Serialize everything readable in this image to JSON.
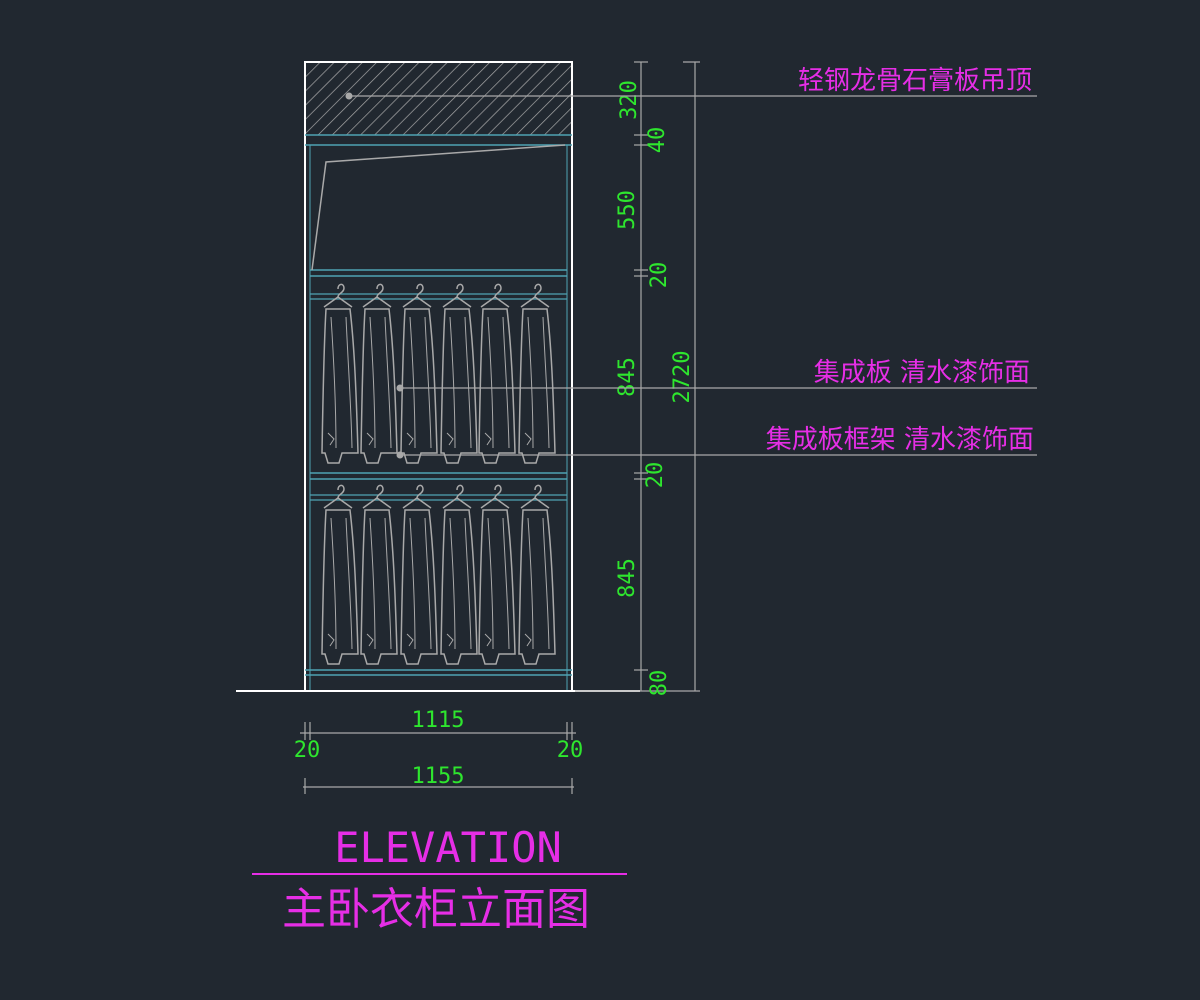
{
  "colors": {
    "background": "#212830",
    "outline": "#ffffff",
    "shelf": "#4fa3b3",
    "dimension": "#2ee62e",
    "annotation": "#e62ee6",
    "geometry": "#a9a9a9"
  },
  "dimensions": {
    "vertical": [
      "320",
      "40",
      "550",
      "20",
      "845",
      "20",
      "845",
      "80"
    ],
    "overall_height": "2720",
    "inner_width": "1115",
    "side_left": "20",
    "side_right": "20",
    "overall_width": "1155"
  },
  "callouts": [
    "轻钢龙骨石膏板吊顶",
    "集成板 清水漆饰面",
    "集成板框架 清水漆饰面"
  ],
  "title": {
    "english": "ELEVATION",
    "chinese": "主卧衣柜立面图"
  }
}
